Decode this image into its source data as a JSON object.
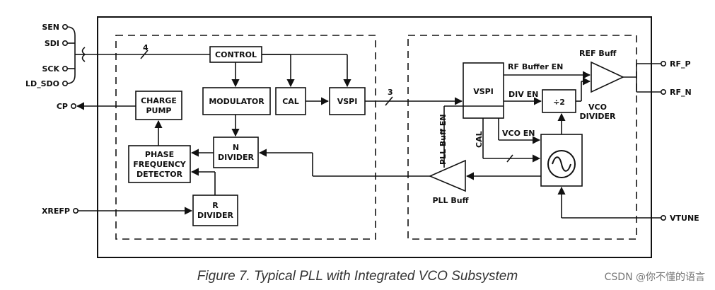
{
  "pins": {
    "sen": "SEN",
    "sdi": "SDI",
    "sck": "SCK",
    "ld_sdo": "LD_SDO",
    "cp": "CP",
    "xrefp": "XREFP",
    "rf_p": "RF_P",
    "rf_n": "RF_N",
    "vtune": "VTUNE"
  },
  "blocks": {
    "control": "CONTROL",
    "modulator": "MODULATOR",
    "cal": "CAL",
    "vspi_left": "VSPI",
    "charge_pump": [
      "CHARGE",
      "PUMP"
    ],
    "pfd": [
      "PHASE",
      "FREQUENCY",
      "DETECTOR"
    ],
    "n_divider": [
      "N",
      "DIVIDER"
    ],
    "r_divider": [
      "R",
      "DIVIDER"
    ],
    "vspi_right": "VSPI",
    "div2": "÷2",
    "vco_divider": [
      "VCO",
      "DIVIDER"
    ]
  },
  "signals": {
    "bus4": "4",
    "bus3": "3",
    "rf_buffer_en": "RF Buffer EN",
    "ref_buff": "REF Buff",
    "div_en": "DIV EN",
    "vco_en": "VCO EN",
    "pll_buff_en": "PLL Buff EN",
    "cal": "CAL",
    "pll_buff": "PLL Buff"
  },
  "caption": "Figure 7. Typical PLL with Integrated VCO Subsystem",
  "watermark": "CSDN @你不懂的语言"
}
